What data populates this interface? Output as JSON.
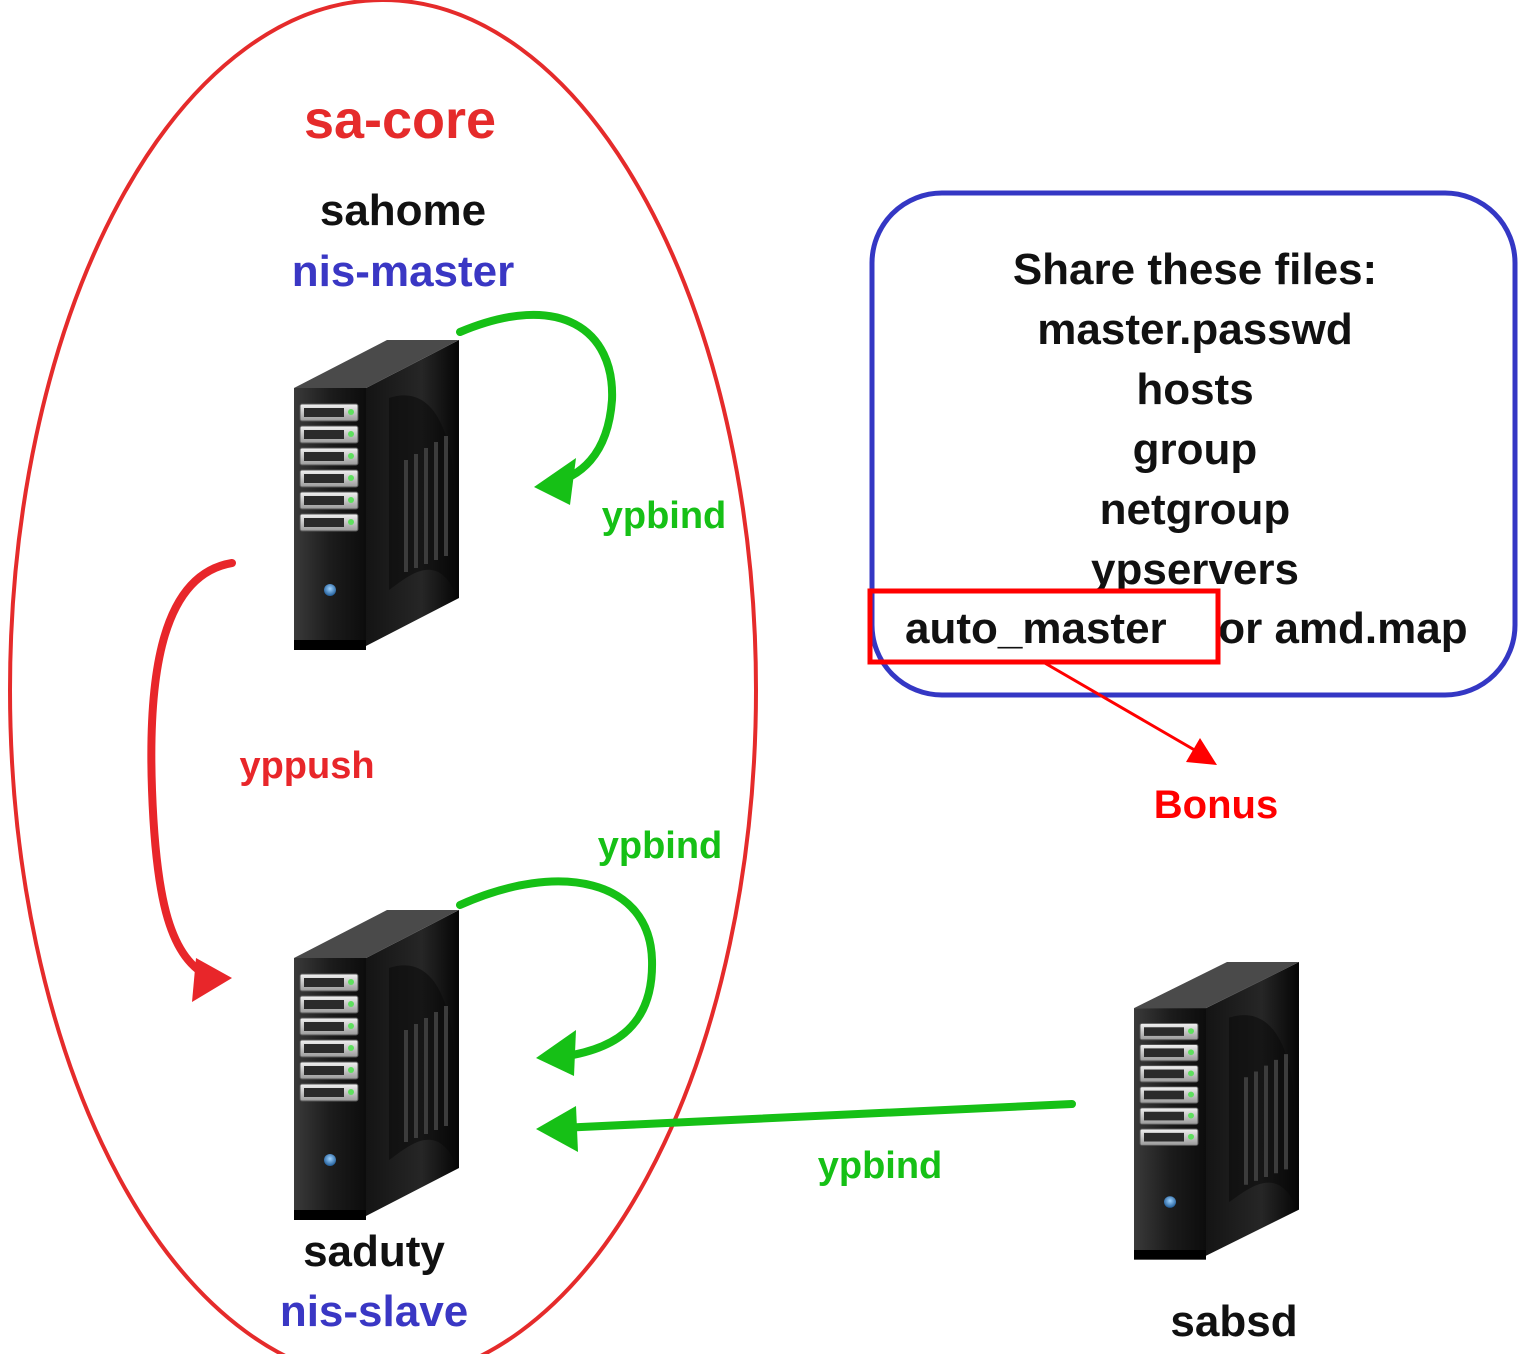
{
  "colors": {
    "group_outline": "#e52b2b",
    "green_arrow": "#16c016",
    "red_arrow": "#e8262a",
    "blue_box": "#3437c4",
    "highlight": "#ff0000",
    "role_text": "#3a37c4",
    "name_text": "#111111"
  },
  "group": {
    "title": "sa-core"
  },
  "servers": {
    "master": {
      "name": "sahome",
      "role": "nis-master",
      "icon": "server-tower-icon"
    },
    "slave": {
      "name": "saduty",
      "role": "nis-slave",
      "icon": "server-tower-icon"
    },
    "client": {
      "name": "sabsd",
      "icon": "server-tower-icon"
    }
  },
  "arrows": {
    "master_self": "ypbind",
    "slave_self": "ypbind",
    "client_to_slave": "ypbind",
    "push": "yppush"
  },
  "shared_files": {
    "heading": "Share these files:",
    "files": [
      "master.passwd",
      "hosts",
      "group",
      "netgroup",
      "ypservers"
    ],
    "last_highlight": "auto_master",
    "last_rest": " or amd.map"
  },
  "bonus": {
    "label": "Bonus"
  }
}
